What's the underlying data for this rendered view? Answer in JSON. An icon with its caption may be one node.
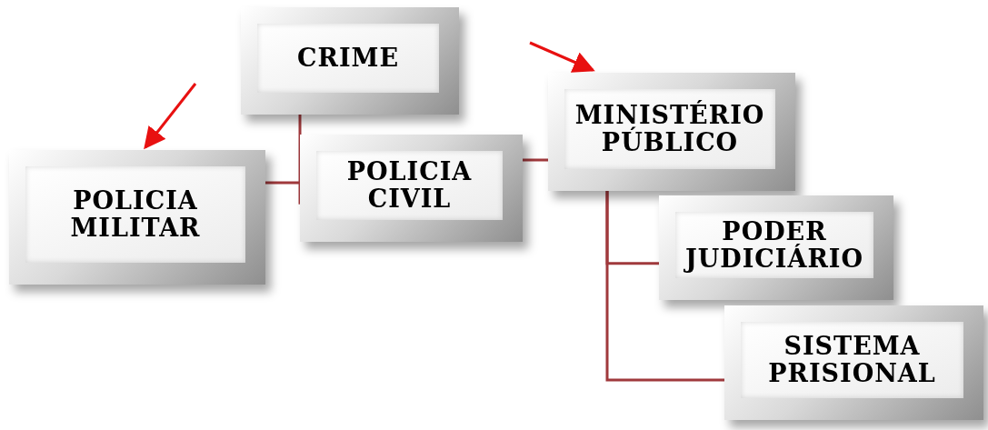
{
  "diagram": {
    "nodes": [
      {
        "text": [
          "CRIME"
        ]
      },
      {
        "text": [
          "POLICIA MILITAR"
        ]
      },
      {
        "text": [
          "POLICIA CIVIL"
        ]
      },
      {
        "text": [
          "MINISTÉRIO PÚBLICO"
        ]
      },
      {
        "text": [
          "PODER JUDICIÁRIO"
        ]
      },
      {
        "text": [
          "SISTEMA PRISIONAL"
        ]
      }
    ],
    "edges": [
      {
        "from": 0,
        "to": 2,
        "arrow": "none"
      },
      {
        "from": 1,
        "to": 2,
        "arrow": "none"
      },
      {
        "from": 2,
        "to": 3,
        "arrow": "none"
      },
      {
        "from": 3,
        "to": 4,
        "arrow": "none"
      },
      {
        "from": 3,
        "to": 5,
        "arrow": "none"
      },
      {
        "from": null,
        "to": 1,
        "arrow": "to",
        "color": "#e81010"
      },
      {
        "from": null,
        "to": 3,
        "arrow": "to",
        "color": "#e81010"
      }
    ]
  }
}
